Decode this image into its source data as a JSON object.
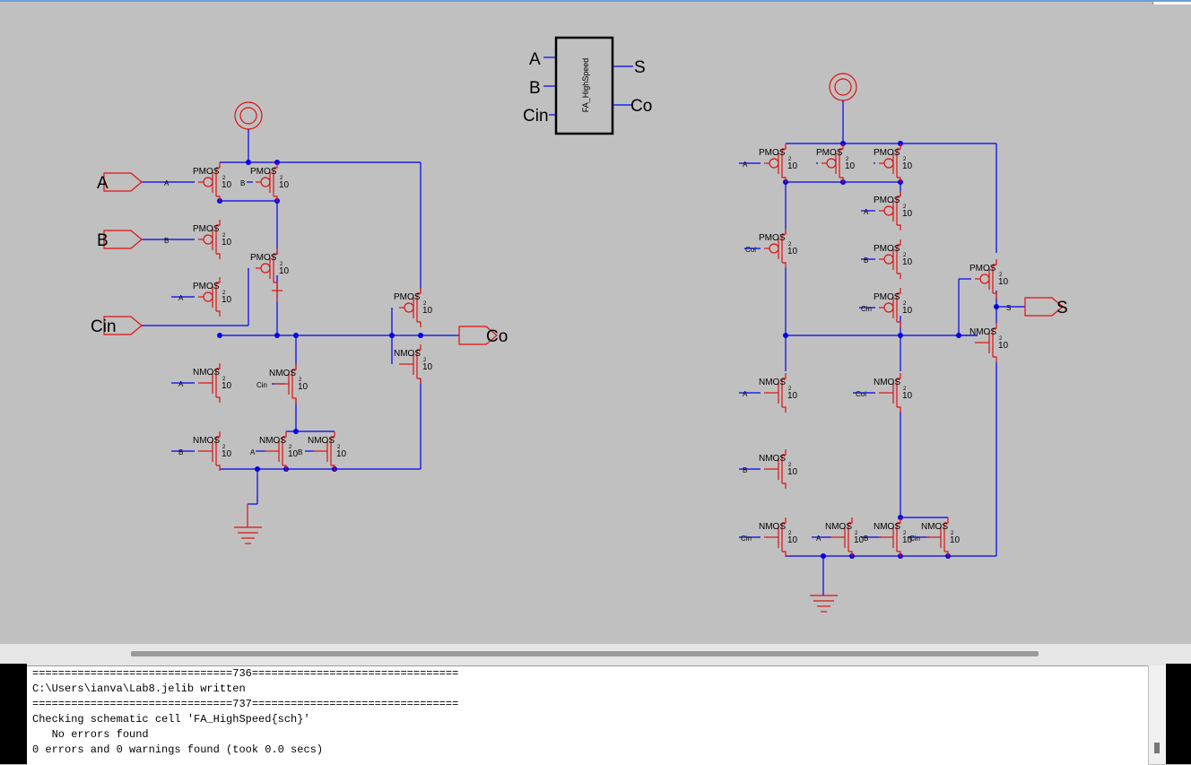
{
  "schematic": {
    "cell_name": "FA_HighSpeed",
    "icon_ports": {
      "a": "A",
      "b": "B",
      "cin": "Cin",
      "s": "S",
      "co": "Co"
    },
    "carry": {
      "inputs": [
        "A",
        "B",
        "Cin"
      ],
      "output": "Co",
      "net_a": "A",
      "net_b": "B",
      "net_cin": "Cin",
      "pmos_label": "PMOS",
      "nmos_label": "NMOS",
      "size": "10"
    },
    "sum": {
      "output": "S",
      "net_a": "A",
      "net_b": "B",
      "net_cin": "Cin",
      "net_coi": "Coi",
      "net_s": "S",
      "pmos_label": "PMOS",
      "nmos_label": "NMOS",
      "size": "10"
    }
  },
  "messages": {
    "lines": [
      "===============================736================================",
      "C:\\Users\\ianva\\Lab8.jelib written",
      "===============================737================================",
      "Checking schematic cell 'FA_HighSpeed{sch}'",
      "   No errors found",
      "0 errors and 0 warnings found (took 0.0 secs)"
    ]
  }
}
